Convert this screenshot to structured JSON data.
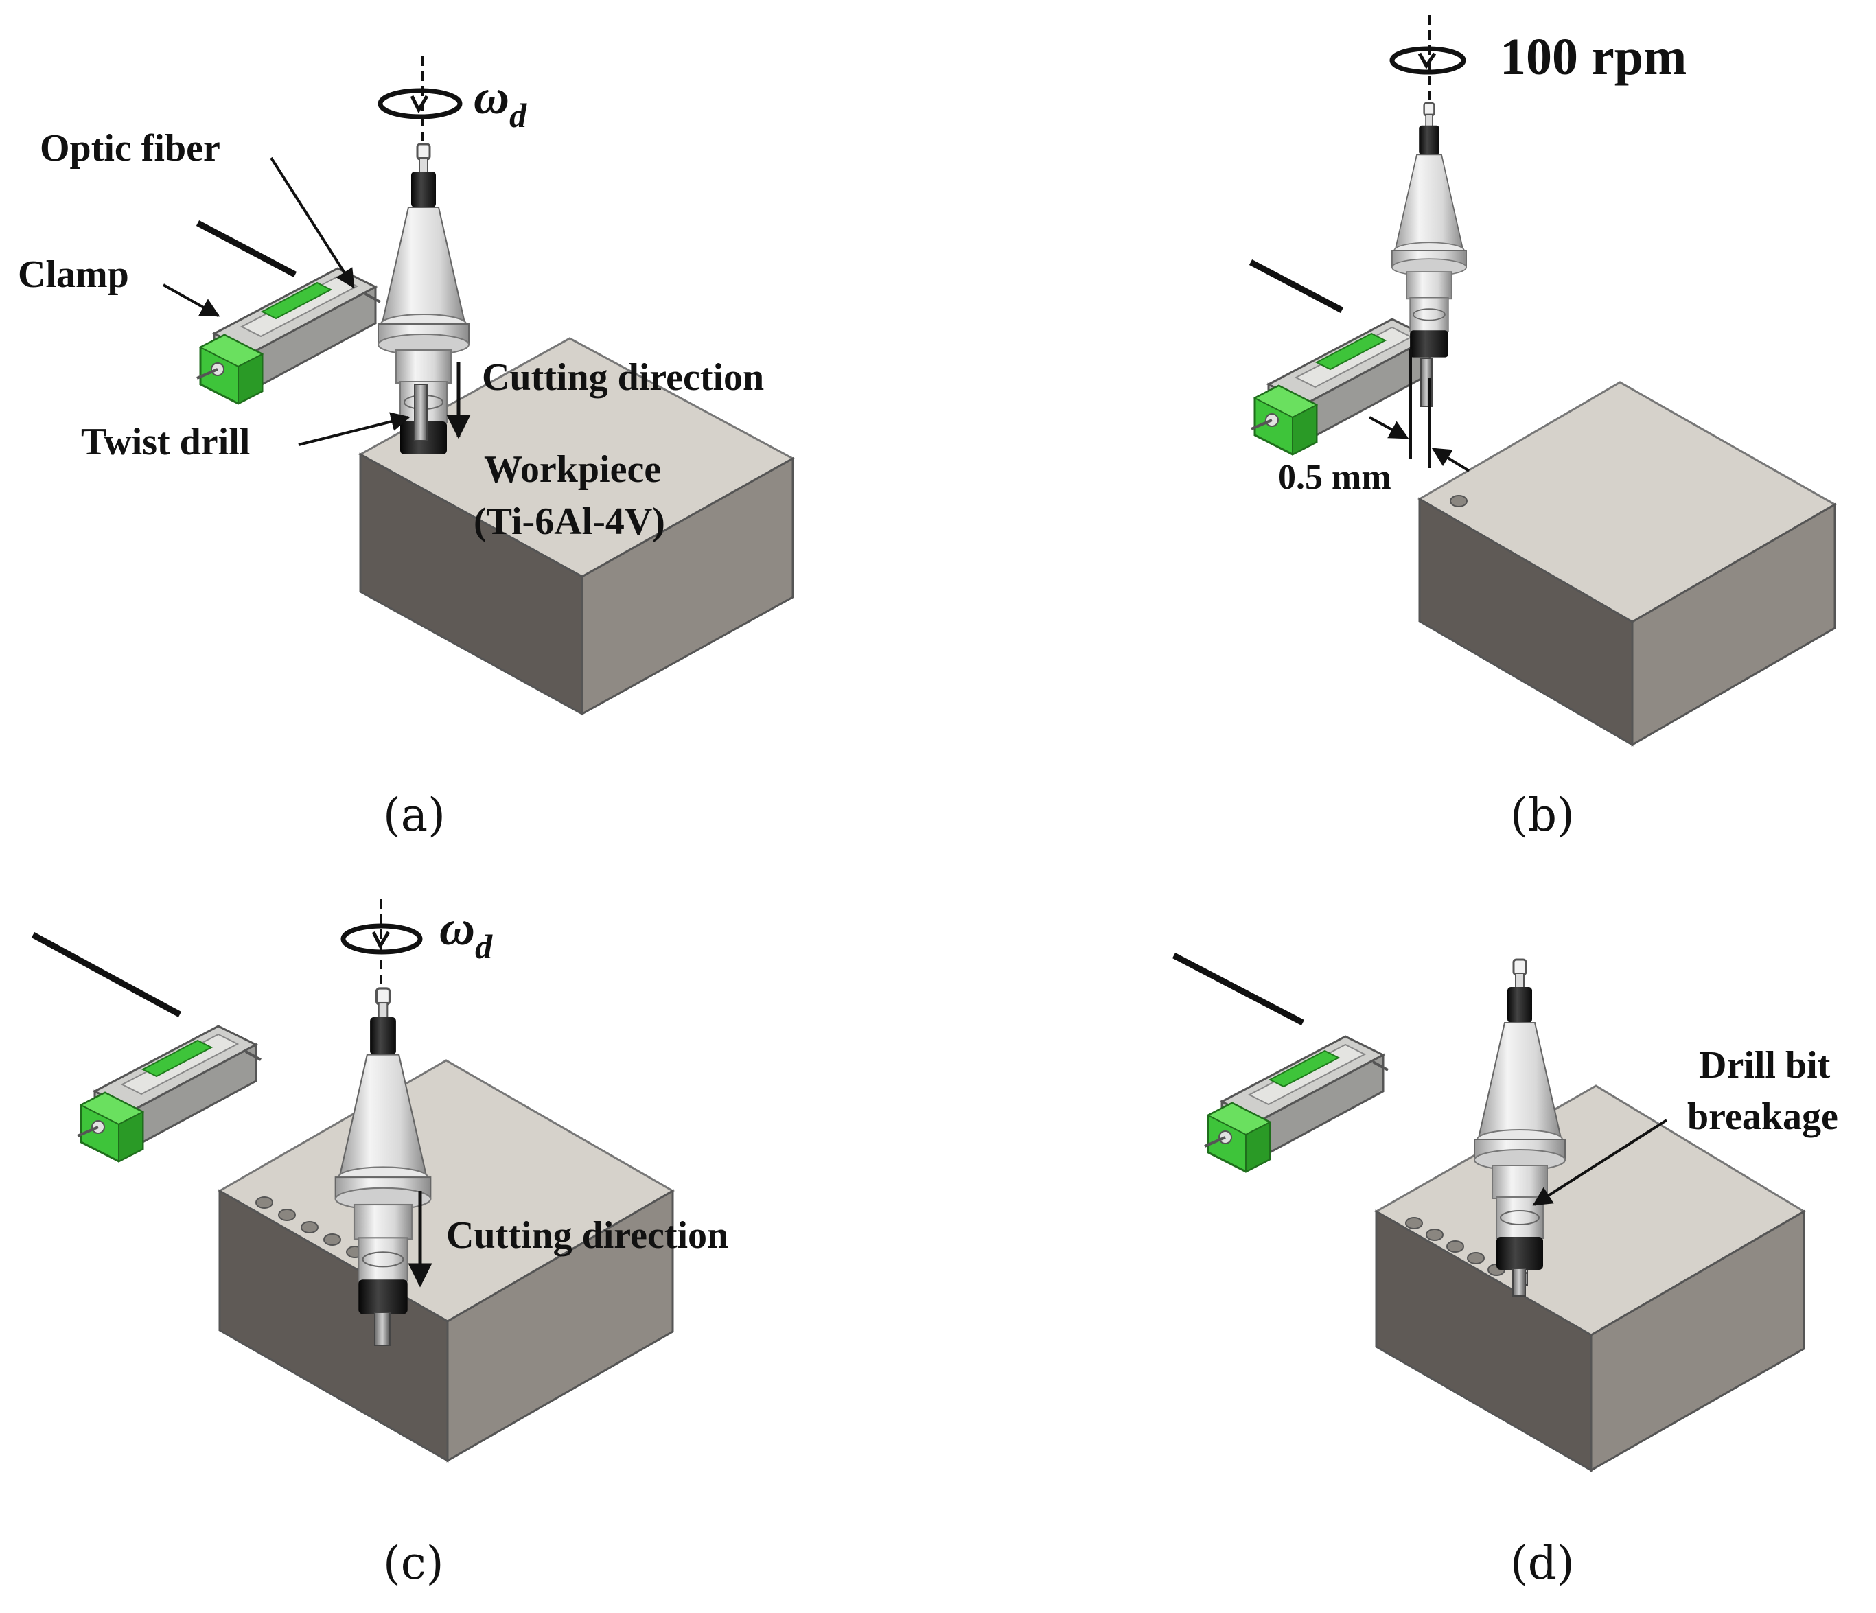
{
  "panels": [
    {
      "id": "a",
      "caption": "(a)",
      "speed": "ω",
      "speed_subscript": "d",
      "labels": {
        "optic_fiber": "Optic fiber",
        "clamp": "Clamp",
        "twist_drill": "Twist drill",
        "cutting_direction": "Cutting direction",
        "workpiece": "Workpiece",
        "material": "(Ti-6Al-4V)"
      }
    },
    {
      "id": "b",
      "caption": "(b)",
      "speed": "100 rpm",
      "labels": {
        "gap": "0.5 mm"
      }
    },
    {
      "id": "c",
      "caption": "(c)",
      "speed": "ω",
      "speed_subscript": "d",
      "labels": {
        "cutting_direction": "Cutting direction"
      }
    },
    {
      "id": "d",
      "caption": "(d)",
      "labels": {
        "breakage_line1": "Drill bit",
        "breakage_line2": "breakage"
      }
    }
  ],
  "colors": {
    "block_top": "#d6d2cb",
    "block_left": "#5f5a56",
    "block_right": "#8f8a84",
    "clamp_green": "#3ec43a",
    "clamp_body": "#c9c9c6",
    "holder_light": "#e6e6e6",
    "holder_dark": "#1c1c1c"
  }
}
